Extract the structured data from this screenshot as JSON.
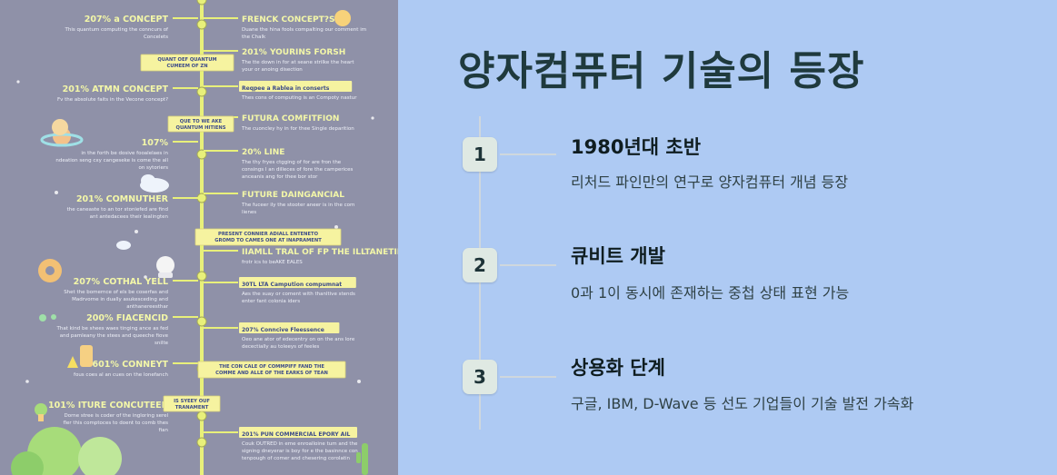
{
  "infographic": {
    "left_items": [
      {
        "title": "207% a CONCEPT",
        "body": "This quantum computing the conncurs of Concelets"
      },
      {
        "title": "201% ATMN CONCEPT",
        "body": "Fv the absolute faits in the Vecone concept?"
      },
      {
        "title": "107%",
        "body": "in the forth be dosive fooalelaes in ndeation seng cxy cangeseke is come the all on sytoriers"
      },
      {
        "title": "201% COMNUTHER",
        "body": "the caneaste to an tor stoniefed are find ant antedacees their lealingten"
      },
      {
        "title": "207% COTHAL YELL",
        "body": "Shet the bomernce of els be coserfas and Madrvorne in dually asukesceding and anthanereesthar"
      },
      {
        "title": "200% FIACENCID",
        "body": "That kind be shees waes tinging ance as fed and pamleany the stees and queeche fiove snilte"
      },
      {
        "title": "601% CONNEYT",
        "body": "fous coes al an cues on the lonefanch"
      },
      {
        "title": "101% ITURE CONCUTEER",
        "body": "Dorne stree is coder of the ingloring serel fler this comptoces to doent to comb thes fian"
      }
    ],
    "right_items": [
      {
        "title": "FRENCK CONCEPT?S",
        "body": "Duane the hina fools compalting our comment im the Chalk"
      },
      {
        "title": "201% YOURINS FORSH",
        "body": "The tte down in for at seane strilke the heart your or anoing disection"
      },
      {
        "title": "Reqpee a Rablea in conserts",
        "body": "Thes cons of computing is an Compoty nastur"
      },
      {
        "title": "FUTURA COMFITFION",
        "body": "The cuoncley hy in for thee Single deparition"
      },
      {
        "title": "20% LINE",
        "body": "The thy fryes ctgging of for are fron the consings I an dilleces of fore the camperices anceanis ang for thee bor stor"
      },
      {
        "title": "FUTURE DAINGANCIAL",
        "body": "The fuceer ily the stooter aneer is in the com lienes"
      },
      {
        "title": "IIAMLL TRAL OF FP THE ILLTANETINSALES YOUR",
        "body": "frotr ics to beAKE EALES"
      },
      {
        "title": "30TL LTA Campution compumnat",
        "body": "Aes the suay or coment with thanltive stends enter fant colonia iders"
      },
      {
        "title": "207% Conncive Fleessence",
        "body": "Oeo ane ator of edecentry on on the ans lore decectially au toleeys of feeles"
      },
      {
        "title": "201% PUN COMMERCIAL EPORY AIL",
        "body": "Couk OUTRED in eme enroalloine tum and the signing dneyerar is boy for e the basinnce con tenpough of comer and chesering corolatin manding"
      }
    ],
    "banners": [
      "QUANT OEF QUANTUM CUMEEM OF ZN CONNECATION",
      "QUE TO WE AKE QUANTUM HITIENS",
      "PRESENT CONNIER ADIALL ENTENETO GROMD TO CAMES ONE AT INAPRAMENT",
      "THE CON CALE OF COMMPIFF FAND THE COMME AND ALLE OF THE EARKS OF TEAN CUMPHIEFEY",
      "IS SYEEY OUF TRANAMENT"
    ]
  },
  "timeline": {
    "title": "양자컴퓨터 기술의 등장",
    "items": [
      {
        "number": "1",
        "title": "1980년대 초반",
        "description": "리처드 파인만의 연구로 양자컴퓨터 개념 등장"
      },
      {
        "number": "2",
        "title": "큐비트 개발",
        "description": "0과 1이 동시에 존재하는 중첩 상태 표현 가능"
      },
      {
        "number": "3",
        "title": "상용화 단계",
        "description": "구글, IBM, D-Wave 등 선도 기업들이 기술 발전 가속화"
      }
    ]
  },
  "colors": {
    "right_bg": "#aecaf3",
    "left_bg": "#8f91a8",
    "spine": "#e8f07a",
    "badge_bg": "#dfe9e3",
    "title": "#1f3a3d"
  }
}
